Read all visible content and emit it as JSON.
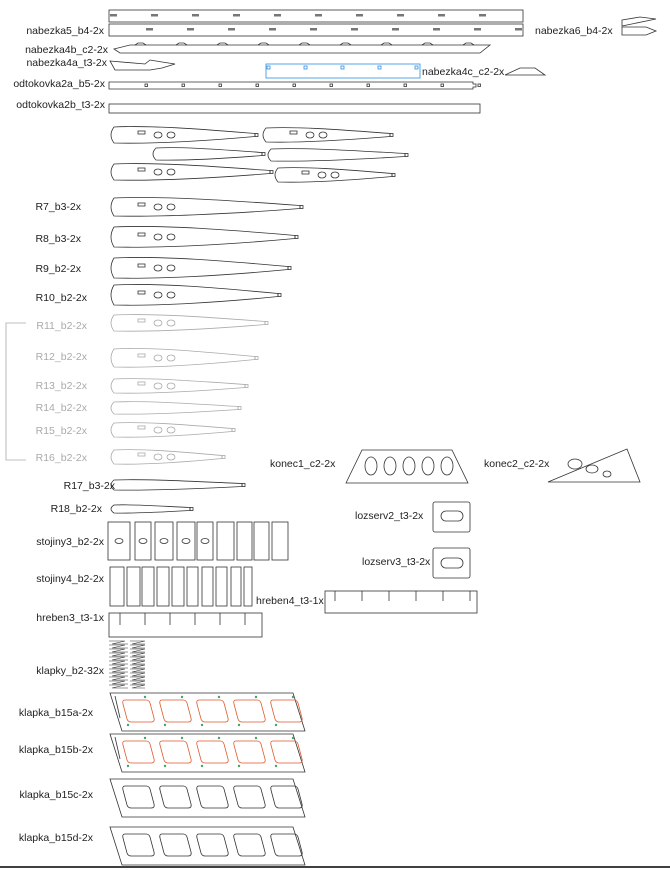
{
  "colors": {
    "line": "#333333",
    "dim": "#aaaaaa",
    "selected": "#2e8fe0",
    "engrave": "#e05a2b",
    "mark": "#2a9a5a"
  },
  "labels": {
    "nabezka5": "nabezka5_b4-2x",
    "nabezka6": "nabezka6_b4-2x",
    "nabezka4b": "nabezka4b_c2-2x",
    "nabezka4a": "nabezka4a_t3-2x",
    "nabezka4c": "nabezka4c_c2-2x",
    "odtokovka2a": "odtokovka2a_b5-2x",
    "odtokovka2b": "odtokovka2b_t3-2x",
    "r7": "R7_b3-2x",
    "r8": "R8_b3-2x",
    "r9": "R9_b2-2x",
    "r10": "R10_b2-2x",
    "r11": "R11_b2-2x",
    "r12": "R12_b2-2x",
    "r13": "R13_b2-2x",
    "r14": "R14_b2-2x",
    "r15": "R15_b2-2x",
    "r16": "R16_b2-2x",
    "r17": "R17_b3-2x",
    "r18": "R18_b2-2x",
    "konec1": "konec1_c2-2x",
    "konec2": "konec2_c2-2x",
    "lozserv2": "lozserv2_t3-2x",
    "lozserv3": "lozserv3_t3-2x",
    "stojiny3": "stojiny3_b2-2x",
    "stojiny4": "stojiny4_b2-2x",
    "hreben4": "hreben4_t3-1x",
    "hreben3": "hreben3_t3-1x",
    "klapky": "klapky_b2-32x",
    "klapka_b15a": "klapka_b15a-2x",
    "klapka_b15b": "klapka_b15b-2x",
    "klapka_b15c": "klapka_b15c-2x",
    "klapka_b15d": "klapka_b15d-2x"
  }
}
